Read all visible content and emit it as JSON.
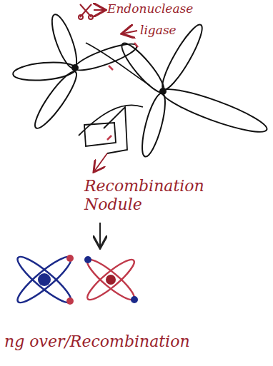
{
  "diagram": {
    "labels": [
      "Endonuclease",
      "ligase",
      "Recombination Nodule",
      "ng over/Recombination"
    ]
  }
}
